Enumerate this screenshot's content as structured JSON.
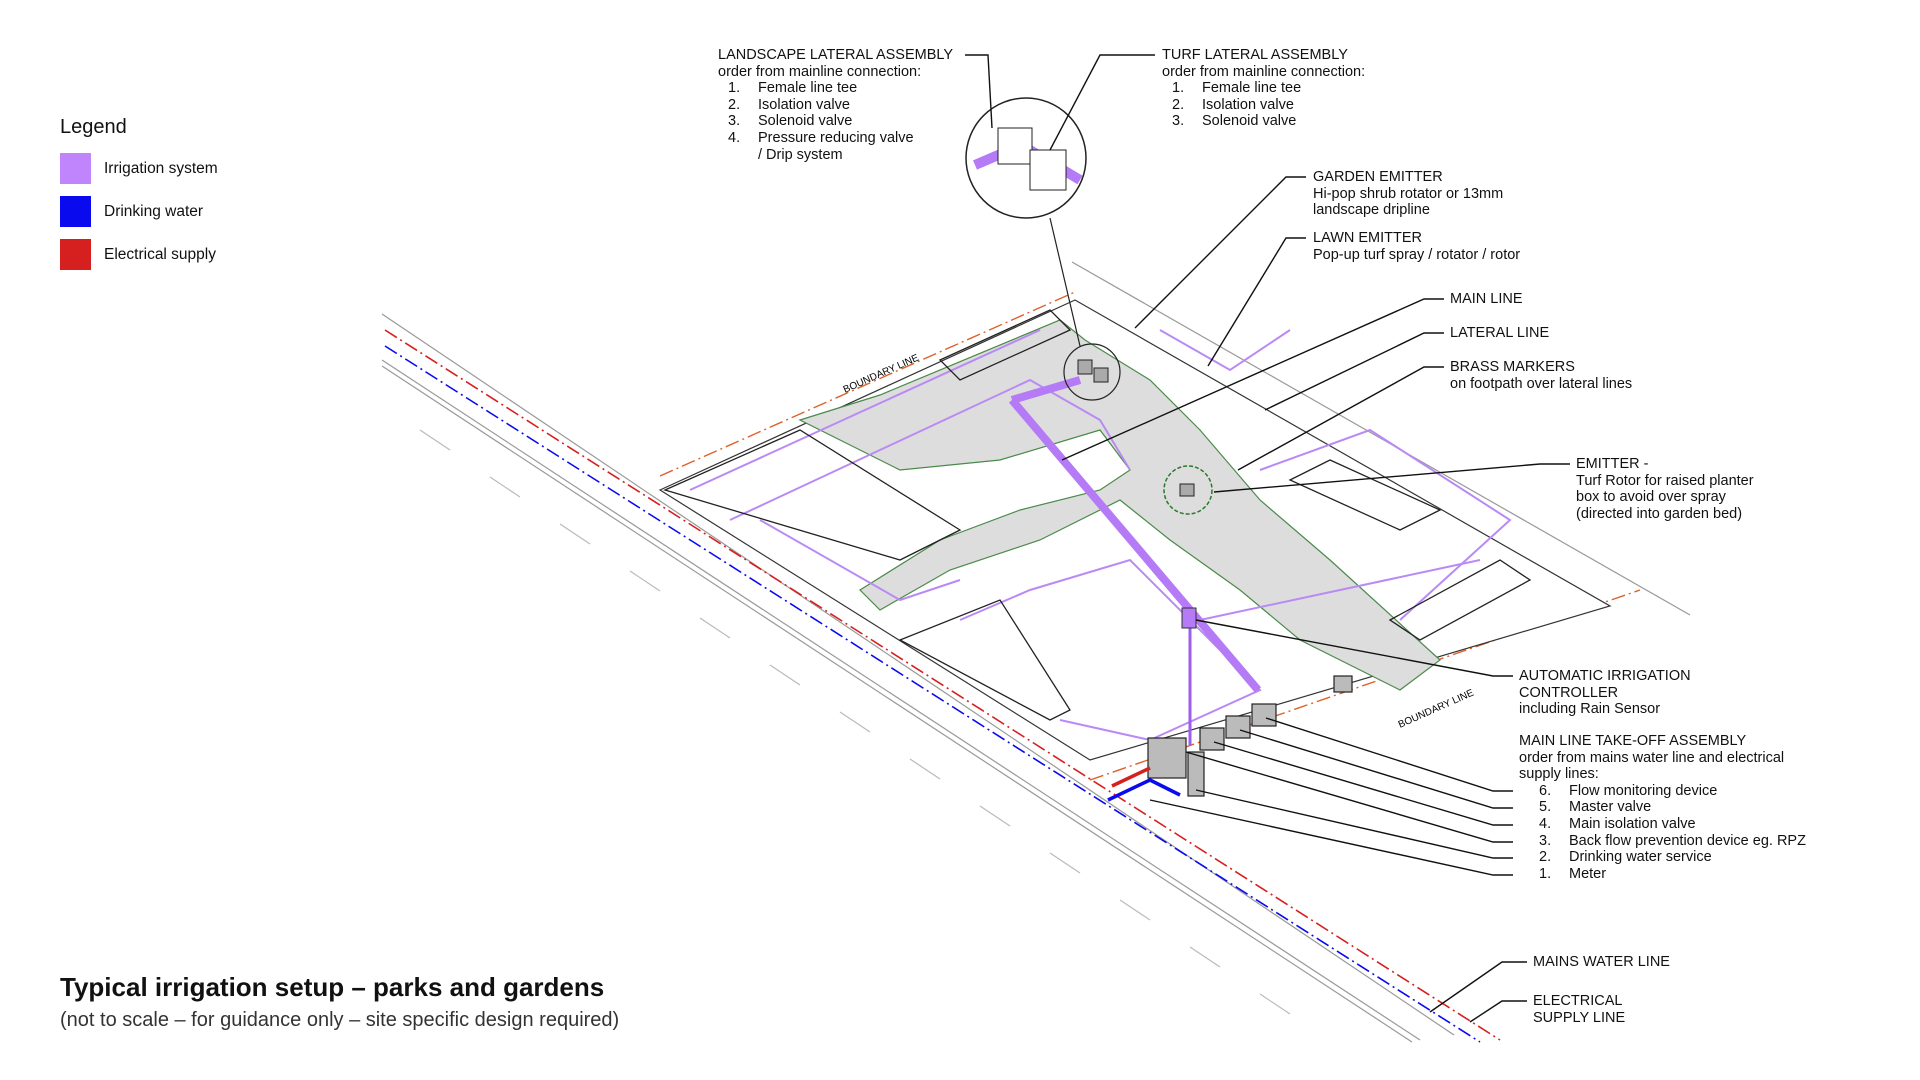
{
  "legend": {
    "title": "Legend",
    "items": [
      {
        "label": "Irrigation system",
        "color": "#c084fc"
      },
      {
        "label": "Drinking water",
        "color": "#0a0aee"
      },
      {
        "label": "Electrical supply",
        "color": "#d62020"
      }
    ]
  },
  "title": "Typical irrigation setup – parks and gardens",
  "subtitle": "(not to scale – for guidance only – site specific design required)",
  "boundary_label": "BOUNDARY LINE",
  "callouts": {
    "landscape_lateral": {
      "heading": "LANDSCAPE LATERAL ASSEMBLY",
      "sub": "order from mainline connection:",
      "items": [
        {
          "n": "1.",
          "t": "Female line tee"
        },
        {
          "n": "2.",
          "t": "Isolation valve"
        },
        {
          "n": "3.",
          "t": "Solenoid valve"
        },
        {
          "n": "4.",
          "t": "Pressure reducing valve"
        },
        {
          "n": "",
          "t": "/ Drip system"
        }
      ]
    },
    "turf_lateral": {
      "heading": "TURF LATERAL ASSEMBLY",
      "sub": "order from mainline connection:",
      "items": [
        {
          "n": "1.",
          "t": "Female line tee"
        },
        {
          "n": "2.",
          "t": "Isolation valve"
        },
        {
          "n": "3.",
          "t": "Solenoid valve"
        }
      ]
    },
    "garden_emitter": {
      "heading": "GARDEN EMITTER",
      "l1": "Hi-pop shrub rotator or 13mm",
      "l2": "landscape dripline"
    },
    "lawn_emitter": {
      "heading": "LAWN EMITTER",
      "l1": "Pop-up turf spray / rotator / rotor"
    },
    "main_line": {
      "heading": "MAIN LINE"
    },
    "lateral_line": {
      "heading": "LATERAL LINE"
    },
    "brass_markers": {
      "heading": "BRASS MARKERS",
      "l1": "on footpath over lateral lines"
    },
    "emitter": {
      "heading": "EMITTER -",
      "l1": "Turf Rotor for raised planter",
      "l2": "box to avoid over spray",
      "l3": "(directed into garden bed)"
    },
    "controller": {
      "heading": "AUTOMATIC IRRIGATION",
      "l1": "CONTROLLER",
      "l2": "including Rain Sensor"
    },
    "takeoff": {
      "heading": "MAIN LINE TAKE-OFF ASSEMBLY",
      "l1": "order from mains water line and electrical",
      "l2": "supply lines:",
      "items": [
        {
          "n": "6.",
          "t": "Flow monitoring device"
        },
        {
          "n": "5.",
          "t": "Master valve"
        },
        {
          "n": "4.",
          "t": "Main isolation valve"
        },
        {
          "n": "3.",
          "t": "Back flow prevention device eg. RPZ"
        },
        {
          "n": "2.",
          "t": "Drinking water service"
        },
        {
          "n": "1.",
          "t": "Meter"
        }
      ]
    },
    "mains_water": {
      "heading": "MAINS WATER LINE"
    },
    "electrical": {
      "heading": "ELECTRICAL",
      "l1": "SUPPLY LINE"
    }
  }
}
